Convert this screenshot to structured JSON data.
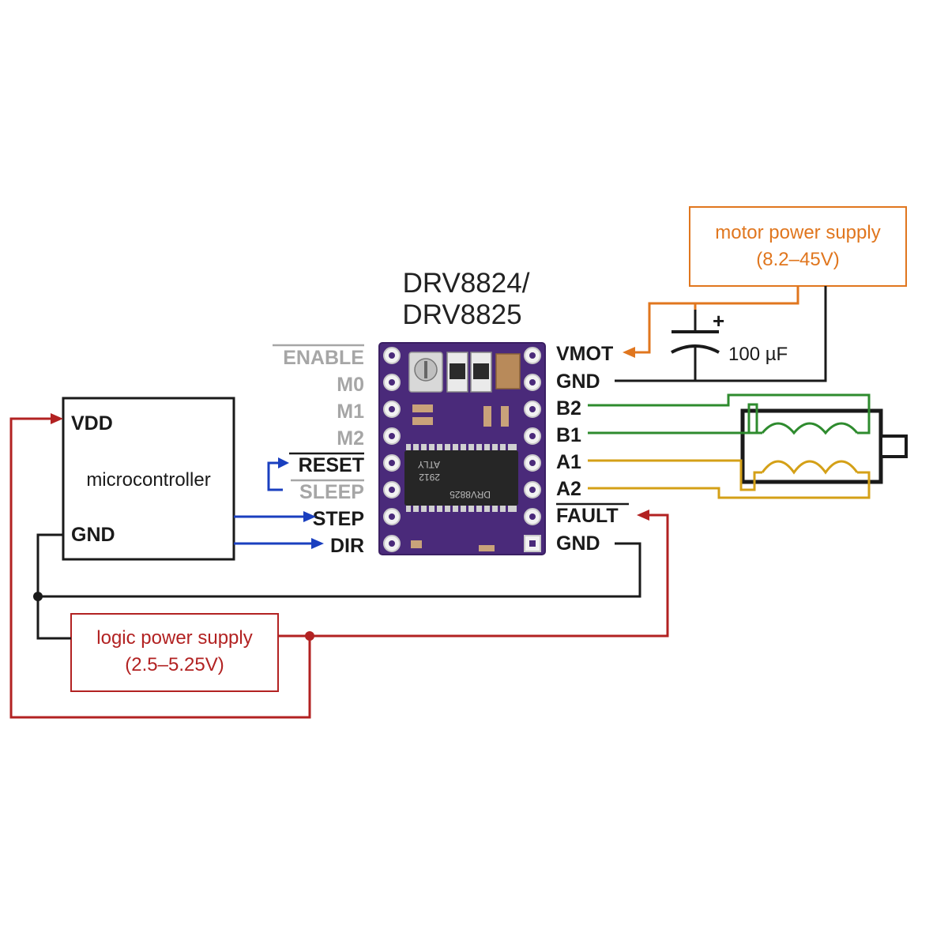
{
  "title": {
    "line1": "DRV8824/",
    "line2": "DRV8825"
  },
  "board": {
    "chip_line1": "DRV8825",
    "chip_line2": "2912",
    "chip_line3": "ATLY"
  },
  "left_pins": {
    "enable": "ENABLE",
    "m0": "M0",
    "m1": "M1",
    "m2": "M2",
    "reset": "RESET",
    "sleep": "SLEEP",
    "step": "STEP",
    "dir": "DIR"
  },
  "right_pins": {
    "vmot": "VMOT",
    "gnd_top": "GND",
    "b2": "B2",
    "b1": "B1",
    "a1": "A1",
    "a2": "A2",
    "fault": "FAULT",
    "gnd_bottom": "GND"
  },
  "microcontroller": {
    "vdd": "VDD",
    "name": "microcontroller",
    "gnd": "GND"
  },
  "motor_supply": {
    "line1": "motor power supply",
    "line2": "(8.2–45V)"
  },
  "logic_supply": {
    "line1": "logic power supply",
    "line2": "(2.5–5.25V)"
  },
  "capacitor": {
    "value": "100 µF",
    "polarity": "+"
  },
  "colors": {
    "motor_supply": "#e0761e",
    "logic_supply": "#b22222",
    "signal": "#1a3fbf",
    "coil_b": "#2e8b2e",
    "coil_a": "#d4a017",
    "board": "#4a2a7a"
  }
}
